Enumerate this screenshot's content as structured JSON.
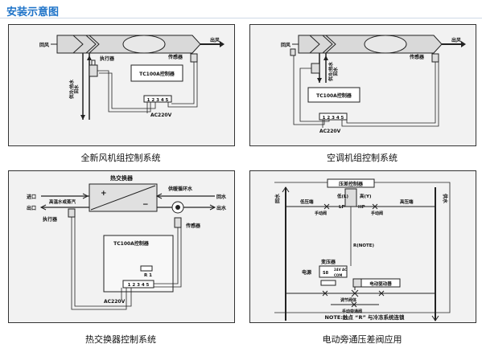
{
  "title": "安装示意图",
  "captions": {
    "fresh_air": "全新风机组控制系统",
    "ac_unit": "空调机组控制系统",
    "heat_exchanger": "热交换器控制系统",
    "bypass_valve": "电动旁通压差阀应用"
  },
  "fresh_air": {
    "return_air": "回风",
    "supply_air": "出风",
    "actuator": "执行器",
    "sensor": "传感器",
    "controller": "TC100A控制器",
    "terminals": "1 2 3 4 5",
    "power": "AC220V",
    "pipe_supply": "供冷/热水",
    "pipe_return": "回水"
  },
  "ac_unit": {
    "return_air": "回风",
    "supply_air": "出风",
    "sensor": "传感器",
    "controller": "TC100A控制器",
    "terminals": "1 2 3 4 5",
    "power": "AC220V",
    "pipe_supply": "供冷/热水",
    "pipe_return": "回水"
  },
  "heat_exchanger": {
    "title": "热交换器",
    "inlet": "进口",
    "outlet": "出口",
    "medium": "高温水或蒸汽",
    "actuator": "执行器",
    "circulating": "供暖循环水",
    "return_water": "回水",
    "outlet_water": "出水",
    "sensor": "传感器",
    "controller": "TC100A控制器",
    "relay": "R 1",
    "terminals": "1 2 3 4 5",
    "power": "AC220V"
  },
  "bypass_valve": {
    "pressure_controller": "压差控制器",
    "return_water": "回水",
    "supply_water": "供水",
    "low_pipe": "低压端",
    "high_pipe": "高压端",
    "manual_valve": "手动阀",
    "lp": "LP",
    "hp": "HP",
    "l_port": "低(L)",
    "h_port": "高(Y)",
    "relay": "R(NOTE)",
    "transformer": "变压器",
    "power": "电源",
    "volt24": "24V AC",
    "com": "COM",
    "actuator": "电动驱动器",
    "regulating_valve": "调节阀体",
    "bypass": "手动旁通阀",
    "note": "NOTE:触点 “R” 与冷冻系统连锁"
  }
}
